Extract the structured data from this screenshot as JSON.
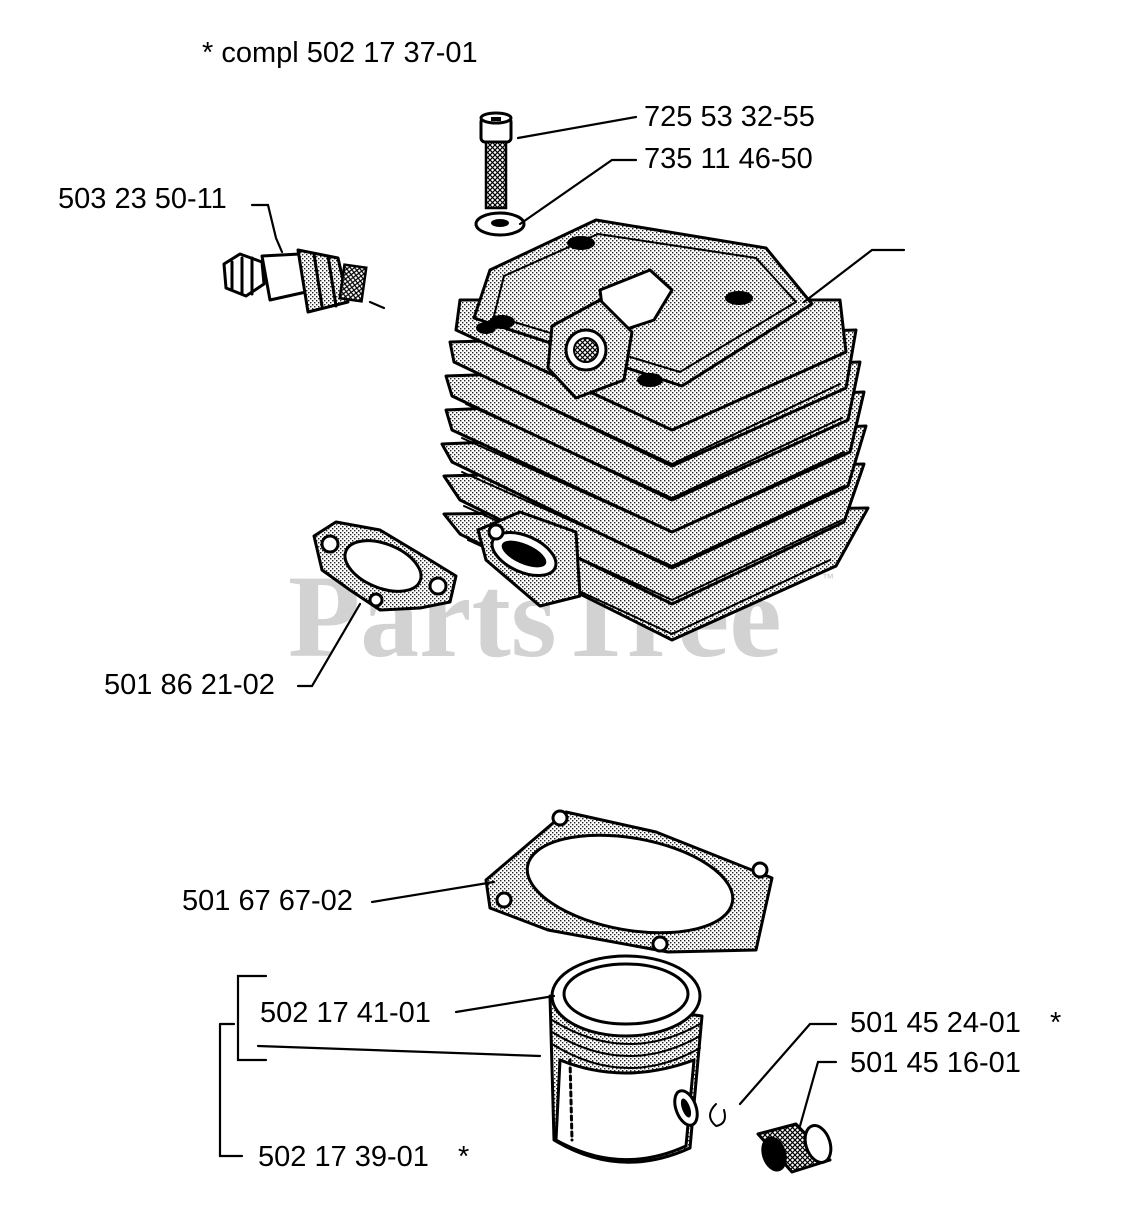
{
  "watermark": {
    "text": "PartsTree",
    "trademark": "™"
  },
  "header_note": "*  compl 502 17 37-01",
  "labels": {
    "screw": "725 53 32-55",
    "washer": "735 11 46-50",
    "spark_plug": "503 23 50-11",
    "exhaust_gasket": "501 86 21-02",
    "cylinder_gasket": "501 67 67-02",
    "piston_ring": "502 17 41-01",
    "piston_kit": "502 17 39-01",
    "piston_kit_star": "*",
    "circlip": "501 45 24-01",
    "circlip_star": "*",
    "needle_bearing": "501 45 16-01"
  },
  "colors": {
    "ink": "#000000",
    "watermark": "#d2d2d2",
    "background": "#ffffff"
  }
}
